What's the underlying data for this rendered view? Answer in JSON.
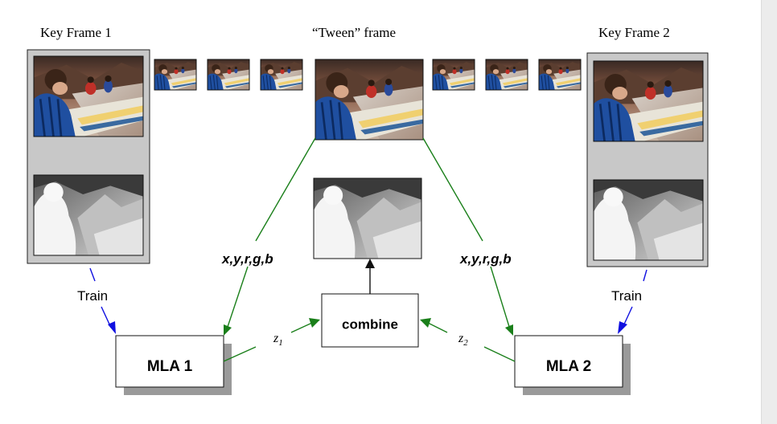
{
  "labels": {
    "key_frame_1": "Key Frame 1",
    "tween_frame": "“Tween” frame",
    "key_frame_2": "Key Frame 2",
    "train_left": "Train",
    "train_right": "Train",
    "features_left": "x,y,r,g,b",
    "features_right": "x,y,r,g,b",
    "z1": "z",
    "z1_sub": "1",
    "z2": "z",
    "z2_sub": "2",
    "mla1": "MLA 1",
    "mla2": "MLA 2",
    "combine": "combine"
  },
  "colors": {
    "green_arrow": "#1a7f1a",
    "blue_arrow": "#1010e0",
    "panel_gray": "#c8c8c8",
    "shadow_gray": "#9a9a9a"
  }
}
